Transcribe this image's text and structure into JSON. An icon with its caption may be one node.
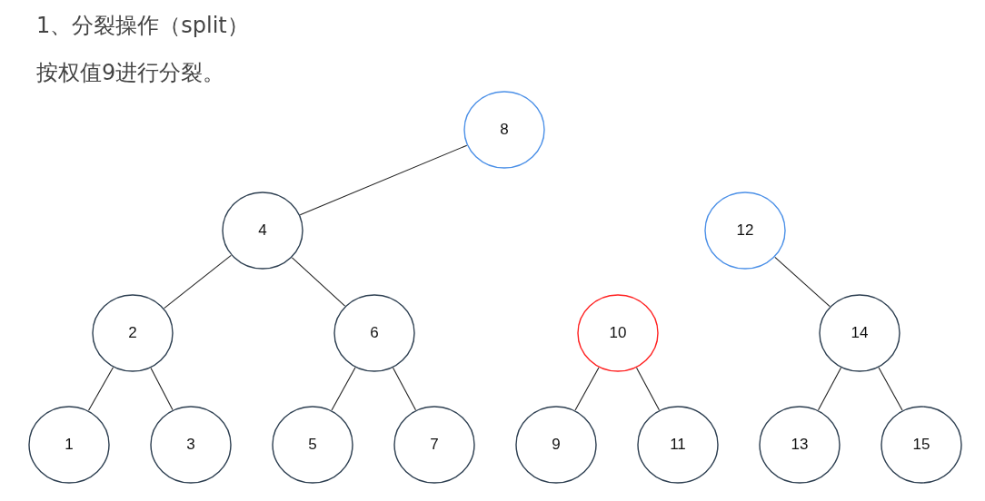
{
  "diagram": {
    "title": "1、分裂操作（split）",
    "nodes": [
      {
        "text": [
          "8"
        ]
      },
      {
        "text": [
          "4"
        ]
      },
      {
        "text": [
          "12"
        ]
      },
      {
        "text": [
          "2"
        ]
      },
      {
        "text": [
          "6"
        ]
      },
      {
        "text": [
          "10"
        ]
      },
      {
        "text": [
          "14"
        ]
      },
      {
        "text": [
          "1"
        ]
      },
      {
        "text": [
          "3"
        ]
      },
      {
        "text": [
          "5"
        ]
      },
      {
        "text": [
          "7"
        ]
      },
      {
        "text": [
          "9"
        ]
      },
      {
        "text": [
          "11"
        ]
      },
      {
        "text": [
          "13"
        ]
      },
      {
        "text": [
          "15"
        ]
      }
    ],
    "edges": [
      {
        "from": 0,
        "to": 1,
        "arrow": "none"
      },
      {
        "from": 1,
        "to": 3,
        "arrow": "none"
      },
      {
        "from": 1,
        "to": 4,
        "arrow": "none"
      },
      {
        "from": 2,
        "to": 6,
        "arrow": "none"
      },
      {
        "from": 3,
        "to": 7,
        "arrow": "none"
      },
      {
        "from": 3,
        "to": 8,
        "arrow": "none"
      },
      {
        "from": 4,
        "to": 9,
        "arrow": "none"
      },
      {
        "from": 4,
        "to": 10,
        "arrow": "none"
      },
      {
        "from": 5,
        "to": 11,
        "arrow": "none"
      },
      {
        "from": 5,
        "to": 12,
        "arrow": "none"
      },
      {
        "from": 6,
        "to": 13,
        "arrow": "none"
      },
      {
        "from": 6,
        "to": 14,
        "arrow": "none"
      }
    ],
    "labels": [
      "按权值9进行分裂。"
    ]
  }
}
